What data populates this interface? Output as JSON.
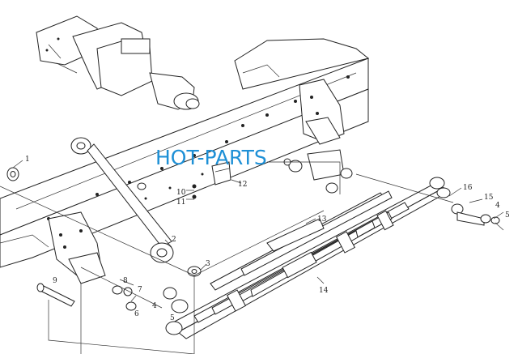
{
  "watermark": "HOT-PARTS",
  "colors": {
    "watermark": "#1e90d6",
    "line": "#222222",
    "background": "#ffffff"
  },
  "callouts": [
    {
      "id": "1",
      "label": "1"
    },
    {
      "id": "2",
      "label": "2"
    },
    {
      "id": "3",
      "label": "3"
    },
    {
      "id": "4a",
      "label": "4"
    },
    {
      "id": "4b",
      "label": "4"
    },
    {
      "id": "5a",
      "label": "5"
    },
    {
      "id": "5b",
      "label": "5"
    },
    {
      "id": "6",
      "label": "6"
    },
    {
      "id": "7",
      "label": "7"
    },
    {
      "id": "8",
      "label": "8"
    },
    {
      "id": "9",
      "label": "9"
    },
    {
      "id": "10",
      "label": "10"
    },
    {
      "id": "11",
      "label": "11"
    },
    {
      "id": "12",
      "label": "12"
    },
    {
      "id": "13",
      "label": "13"
    },
    {
      "id": "14",
      "label": "14"
    },
    {
      "id": "15",
      "label": "15"
    },
    {
      "id": "16",
      "label": "16"
    }
  ]
}
